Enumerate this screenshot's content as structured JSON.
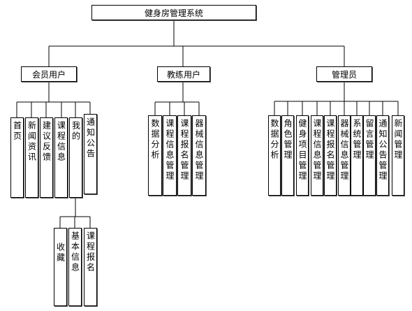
{
  "root": "健身房管理系统",
  "branches": [
    {
      "label": "会员用户",
      "children": [
        {
          "label": "首页"
        },
        {
          "label": "新闻资讯"
        },
        {
          "label": "建议反馈"
        },
        {
          "label": "课程信息"
        },
        {
          "label": "我的",
          "children": [
            "收藏",
            "基本信息",
            "课程报名"
          ]
        },
        {
          "label": "通知公告"
        }
      ]
    },
    {
      "label": "教练用户",
      "children": [
        {
          "label": "数据分析"
        },
        {
          "label": "课程信息管理"
        },
        {
          "label": "课程报名管理"
        },
        {
          "label": "器械信息管理"
        }
      ]
    },
    {
      "label": "管理员",
      "children": [
        {
          "label": "数据分析"
        },
        {
          "label": "角色管理"
        },
        {
          "label": "健身项目管理"
        },
        {
          "label": "课程信息管理"
        },
        {
          "label": "课程报名管理"
        },
        {
          "label": "器械信息管理"
        },
        {
          "label": "系统管理"
        },
        {
          "label": "留言管理"
        },
        {
          "label": "通知公告管理"
        },
        {
          "label": "新闻管理"
        }
      ]
    }
  ]
}
